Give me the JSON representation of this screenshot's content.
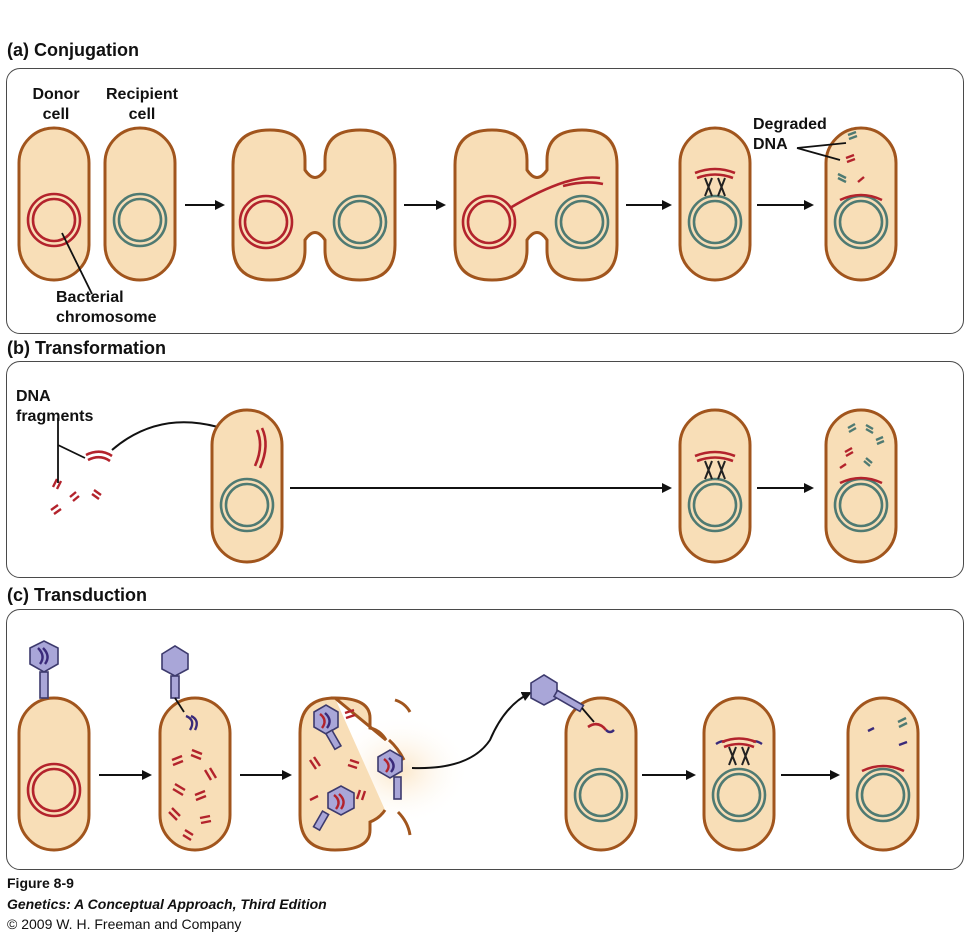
{
  "sections": {
    "conjugation": {
      "title": "(a) Conjugation",
      "donor_label": "Donor\ncell",
      "recipient_label": "Recipient\ncell",
      "chromosome_label": "Bacterial\nchromosome",
      "degraded_label": "Degraded\nDNA"
    },
    "transformation": {
      "title": "(b) Transformation",
      "fragments_label": "DNA\nfragments"
    },
    "transduction": {
      "title": "(c) Transduction"
    }
  },
  "caption": {
    "figure": "Figure 8-9",
    "book": "Genetics: A Conceptual Approach, Third Edition",
    "copyright": "© 2009 W. H. Freeman and Company"
  },
  "colors": {
    "cell_fill": "#f8deb7",
    "cell_outline": "#a1551d",
    "donor_dna": "#b3232c",
    "recipient_dna": "#4f7a72",
    "phage": "#a9a6d8",
    "phage_dna": "#3a2a7a"
  }
}
